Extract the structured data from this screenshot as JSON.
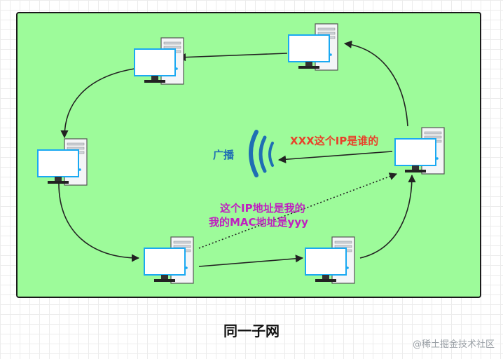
{
  "labels": {
    "broadcast": "广播",
    "question": "XXX这个IP是谁的",
    "reply_line1": "这个IP地址是我的",
    "reply_line2": "我的MAC地址是yyy",
    "caption": "同一子网",
    "watermark": "@稀土掘金技术社区"
  },
  "colors": {
    "background_panel": "#9dfb9a",
    "broadcast_blue": "#1f6fb3",
    "question_red": "#e8412a",
    "reply_purple": "#c01fc0",
    "monitor_cyan": "#1aa9f2",
    "tower_gray": "#9aa3ad",
    "arrow": "#222222"
  },
  "icons": [
    "computer-icon",
    "broadcast-waves-icon"
  ]
}
